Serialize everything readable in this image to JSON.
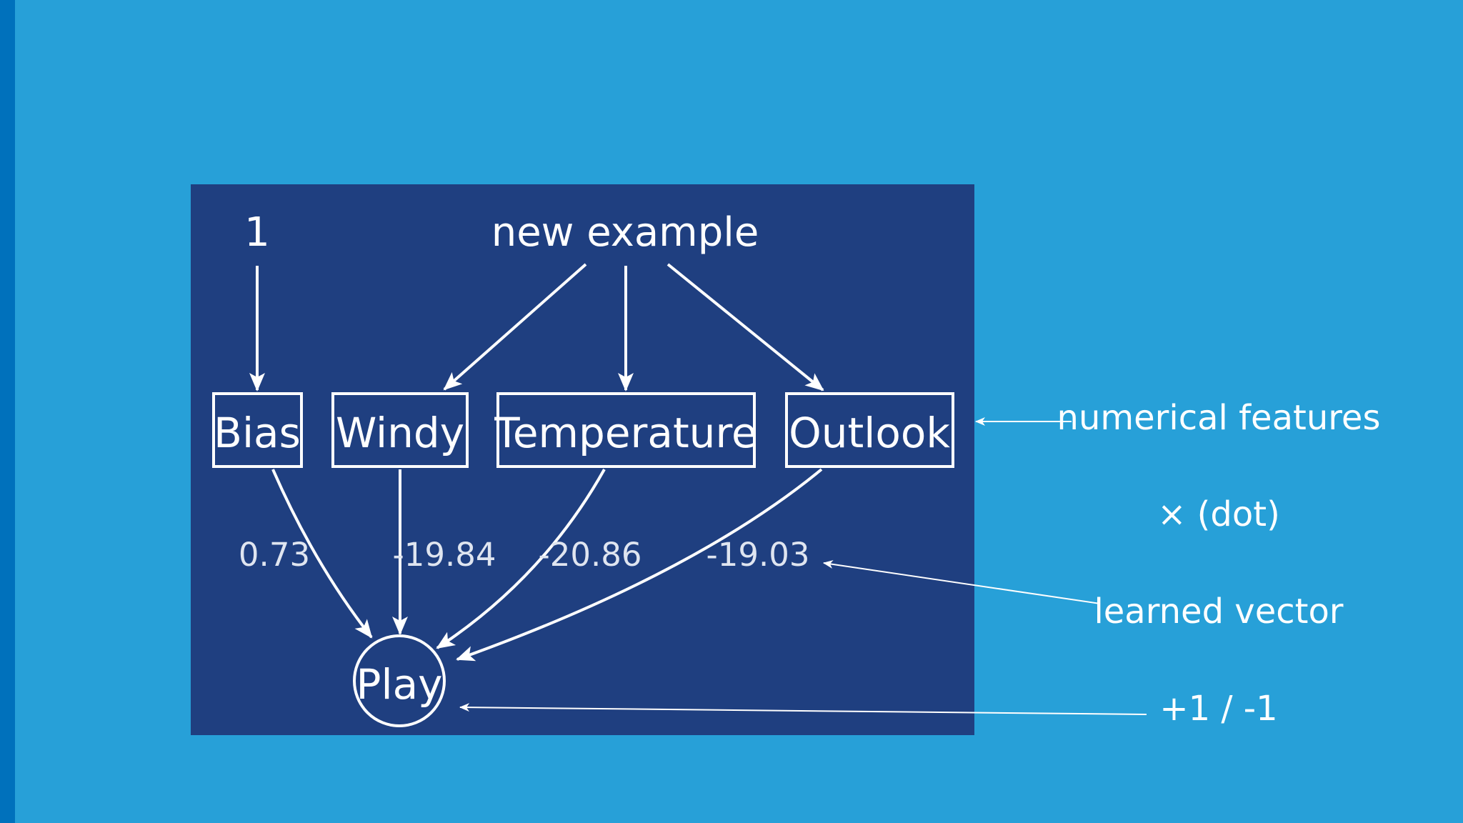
{
  "diagram": {
    "bias_input": "1",
    "example_input": "new example",
    "features": {
      "bias": "Bias",
      "windy": "Windy",
      "temperature": "Temperature",
      "outlook": "Outlook"
    },
    "weights": {
      "bias": "0.73",
      "windy": "-19.84",
      "temperature": "-20.86",
      "outlook": "-19.03"
    },
    "output": "Play"
  },
  "annotations": {
    "features": "numerical features",
    "dot": "× (dot)",
    "vector": "learned vector",
    "label": "+1 / -1"
  },
  "colors": {
    "background": "#27a0d8",
    "panel": "#1f3f80",
    "strip": "#0071bc",
    "foreground": "#ffffff"
  }
}
